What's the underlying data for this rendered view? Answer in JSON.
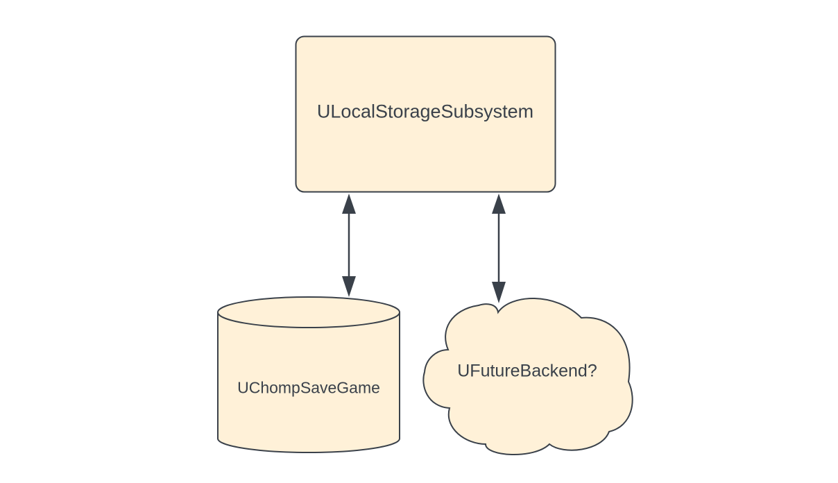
{
  "diagram": {
    "colors": {
      "shape_fill": "#fff1d8",
      "stroke": "#3a414a",
      "text": "#3a414a",
      "background": "#ffffff"
    },
    "nodes": [
      {
        "id": "subsystem",
        "shape": "rounded-rectangle",
        "label": "ULocalStorageSubsystem"
      },
      {
        "id": "savegame",
        "shape": "cylinder",
        "label": "UChompSaveGame"
      },
      {
        "id": "backend",
        "shape": "cloud",
        "label": "UFutureBackend?"
      }
    ],
    "edges": [
      {
        "from": "subsystem",
        "to": "savegame",
        "direction": "bidirectional"
      },
      {
        "from": "subsystem",
        "to": "backend",
        "direction": "bidirectional"
      }
    ]
  }
}
